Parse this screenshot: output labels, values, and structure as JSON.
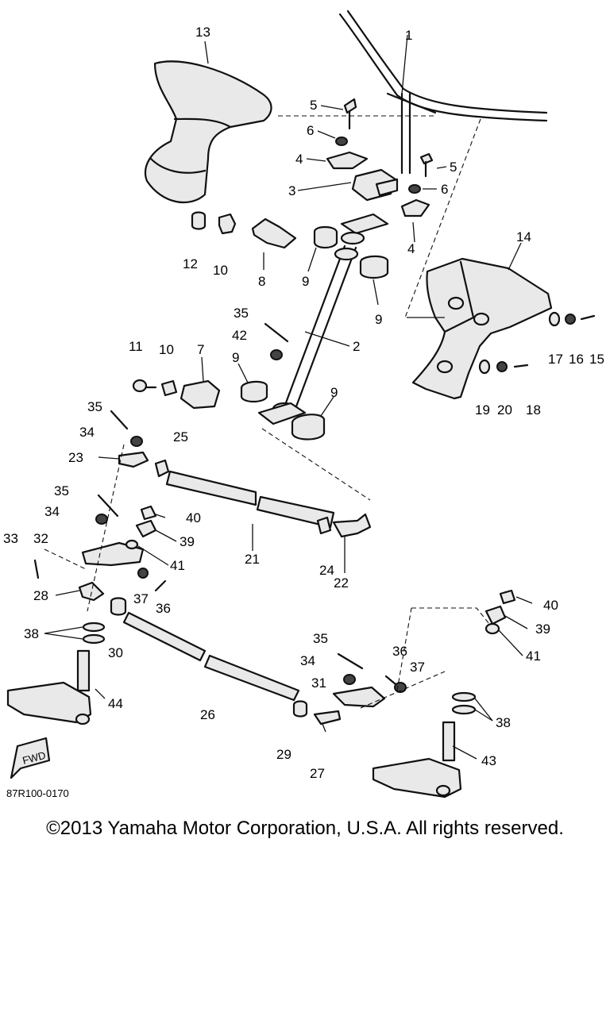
{
  "diagram": {
    "code": "87R100-0170",
    "fwd_label": "FWD",
    "callouts": [
      {
        "id": "c13",
        "text": "13"
      },
      {
        "id": "c1",
        "text": "1"
      },
      {
        "id": "c5a",
        "text": "5"
      },
      {
        "id": "c6a",
        "text": "6"
      },
      {
        "id": "c4a",
        "text": "4"
      },
      {
        "id": "c5b",
        "text": "5"
      },
      {
        "id": "c3",
        "text": "3"
      },
      {
        "id": "c6b",
        "text": "6"
      },
      {
        "id": "c4b",
        "text": "4"
      },
      {
        "id": "c12",
        "text": "12"
      },
      {
        "id": "c10a",
        "text": "10"
      },
      {
        "id": "c8",
        "text": "8"
      },
      {
        "id": "c9a",
        "text": "9"
      },
      {
        "id": "c9b",
        "text": "9"
      },
      {
        "id": "c14",
        "text": "14"
      },
      {
        "id": "c35a",
        "text": "35"
      },
      {
        "id": "c42",
        "text": "42"
      },
      {
        "id": "c2",
        "text": "2"
      },
      {
        "id": "c17",
        "text": "17"
      },
      {
        "id": "c16",
        "text": "16"
      },
      {
        "id": "c15",
        "text": "15"
      },
      {
        "id": "c11",
        "text": "11"
      },
      {
        "id": "c10b",
        "text": "10"
      },
      {
        "id": "c7",
        "text": "7"
      },
      {
        "id": "c9c",
        "text": "9"
      },
      {
        "id": "c9d",
        "text": "9"
      },
      {
        "id": "c19",
        "text": "19"
      },
      {
        "id": "c20",
        "text": "20"
      },
      {
        "id": "c18",
        "text": "18"
      },
      {
        "id": "c35b",
        "text": "35"
      },
      {
        "id": "c34a",
        "text": "34"
      },
      {
        "id": "c25",
        "text": "25"
      },
      {
        "id": "c23",
        "text": "23"
      },
      {
        "id": "c35c",
        "text": "35"
      },
      {
        "id": "c40a",
        "text": "40"
      },
      {
        "id": "c34b",
        "text": "34"
      },
      {
        "id": "c39a",
        "text": "39"
      },
      {
        "id": "c33",
        "text": "33"
      },
      {
        "id": "c32",
        "text": "32"
      },
      {
        "id": "c41a",
        "text": "41"
      },
      {
        "id": "c21",
        "text": "21"
      },
      {
        "id": "c24",
        "text": "24"
      },
      {
        "id": "c22",
        "text": "22"
      },
      {
        "id": "c28",
        "text": "28"
      },
      {
        "id": "c37a",
        "text": "37"
      },
      {
        "id": "c36a",
        "text": "36"
      },
      {
        "id": "c40b",
        "text": "40"
      },
      {
        "id": "c39b",
        "text": "39"
      },
      {
        "id": "c38a",
        "text": "38"
      },
      {
        "id": "c30",
        "text": "30"
      },
      {
        "id": "c41b",
        "text": "41"
      },
      {
        "id": "c35d",
        "text": "35"
      },
      {
        "id": "c36b",
        "text": "36"
      },
      {
        "id": "c34c",
        "text": "34"
      },
      {
        "id": "c37b",
        "text": "37"
      },
      {
        "id": "c44",
        "text": "44"
      },
      {
        "id": "c31",
        "text": "31"
      },
      {
        "id": "c26",
        "text": "26"
      },
      {
        "id": "c38b",
        "text": "38"
      },
      {
        "id": "c29",
        "text": "29"
      },
      {
        "id": "c27",
        "text": "27"
      },
      {
        "id": "c43",
        "text": "43"
      }
    ]
  },
  "footer": {
    "copyright": "©2013 Yamaha Motor Corporation, U.S.A. All rights reserved."
  }
}
